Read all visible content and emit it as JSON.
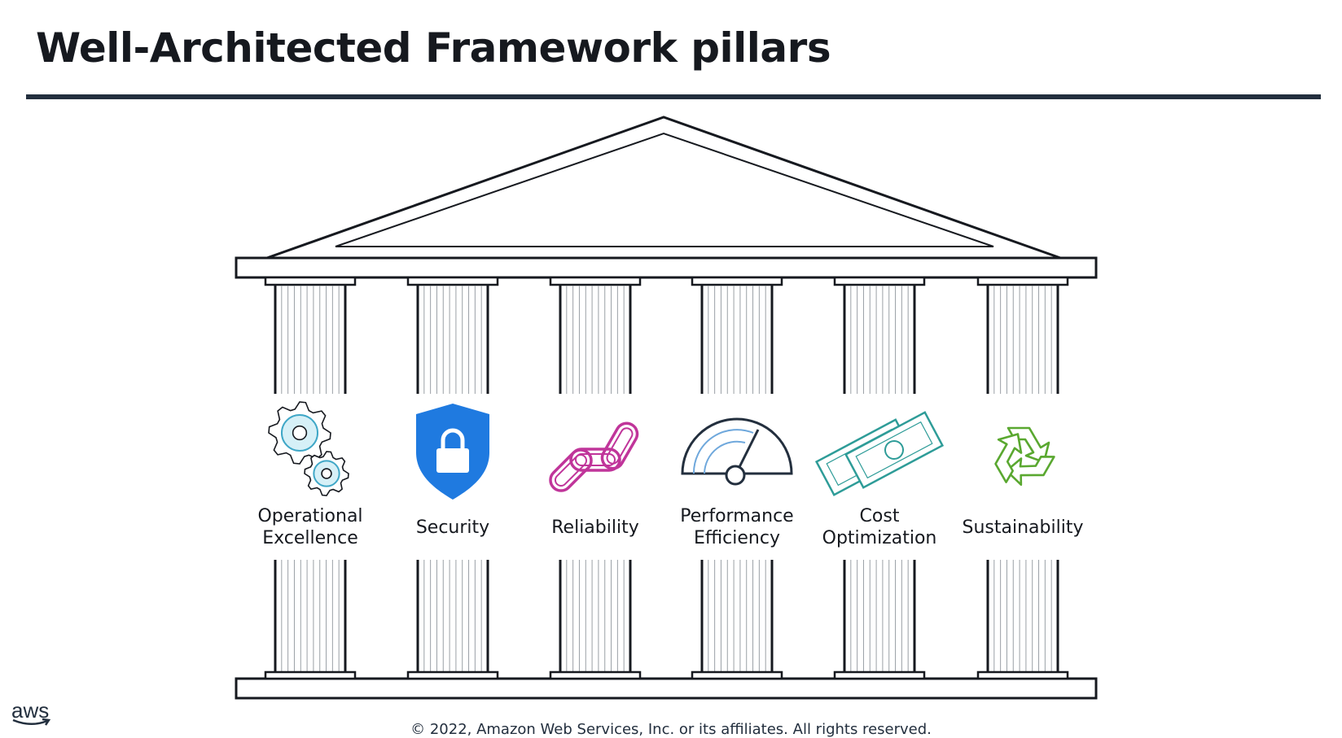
{
  "title": "Well-Architected Framework pillars",
  "pillars": [
    {
      "label": "Operational\nExcellence",
      "icon": "gears-icon",
      "color": "#3fa7c7"
    },
    {
      "label": "Security",
      "icon": "shield-lock-icon",
      "color": "#1f7ae0"
    },
    {
      "label": "Reliability",
      "icon": "chain-link-icon",
      "color": "#c0359a"
    },
    {
      "label": "Performance\nEfficiency",
      "icon": "gauge-icon",
      "color": "#232f3e"
    },
    {
      "label": "Cost\nOptimization",
      "icon": "money-bills-icon",
      "color": "#2e9c98"
    },
    {
      "label": "Sustainability",
      "icon": "recycle-icon",
      "color": "#5aa830"
    }
  ],
  "logo": "aws",
  "footer": "© 2022, Amazon Web Services, Inc. or its affiliates. All rights reserved."
}
